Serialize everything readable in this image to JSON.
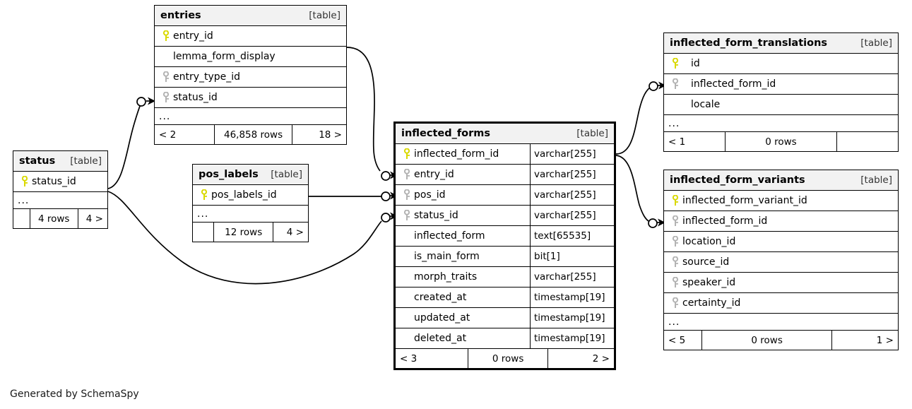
{
  "diagram": {
    "credit": "Generated by SchemaSpy",
    "table_tag": "[table]",
    "ellipsis": "...",
    "colors": {
      "primary_key": "#d9d900",
      "foreign_key": "#b3b3b3",
      "header_bg": "#f2f2f2",
      "border": "#000000",
      "text": "#000000"
    }
  },
  "tables": [
    {
      "id": "entries",
      "name": "entries",
      "tag": "[table]",
      "columns": [
        {
          "name": "entry_id",
          "key": "primary",
          "type": ""
        },
        {
          "name": "lemma_form_display",
          "key": "none",
          "type": ""
        },
        {
          "name": "entry_type_id",
          "key": "foreign",
          "type": ""
        },
        {
          "name": "status_id",
          "key": "foreign",
          "type": ""
        }
      ],
      "has_ellipsis": true,
      "footer": {
        "left": "< 2",
        "middle": "46,858 rows",
        "right": "18 >"
      }
    },
    {
      "id": "status",
      "name": "status",
      "tag": "[table]",
      "columns": [
        {
          "name": "status_id",
          "key": "primary",
          "type": ""
        }
      ],
      "has_ellipsis": true,
      "footer": {
        "left": "",
        "middle": "4 rows",
        "right": "4 >"
      }
    },
    {
      "id": "pos_labels",
      "name": "pos_labels",
      "tag": "[table]",
      "columns": [
        {
          "name": "pos_labels_id",
          "key": "primary",
          "type": ""
        }
      ],
      "has_ellipsis": true,
      "footer": {
        "left": "",
        "middle": "12 rows",
        "right": "4 >"
      }
    },
    {
      "id": "inflected_forms",
      "name": "inflected_forms",
      "tag": "[table]",
      "emphasis": true,
      "columns": [
        {
          "name": "inflected_form_id",
          "key": "primary",
          "type": "varchar[255]"
        },
        {
          "name": "entry_id",
          "key": "foreign",
          "type": "varchar[255]"
        },
        {
          "name": "pos_id",
          "key": "foreign",
          "type": "varchar[255]"
        },
        {
          "name": "status_id",
          "key": "foreign",
          "type": "varchar[255]"
        },
        {
          "name": "inflected_form",
          "key": "none",
          "type": "text[65535]"
        },
        {
          "name": "is_main_form",
          "key": "none",
          "type": "bit[1]"
        },
        {
          "name": "morph_traits",
          "key": "none",
          "type": "varchar[255]"
        },
        {
          "name": "created_at",
          "key": "none",
          "type": "timestamp[19]"
        },
        {
          "name": "updated_at",
          "key": "none",
          "type": "timestamp[19]"
        },
        {
          "name": "deleted_at",
          "key": "none",
          "type": "timestamp[19]"
        }
      ],
      "has_ellipsis": false,
      "footer": {
        "left": "< 3",
        "middle": "0 rows",
        "right": "2 >"
      }
    },
    {
      "id": "inflected_form_translations",
      "name": "inflected_form_translations",
      "tag": "[table]",
      "columns": [
        {
          "name": "id",
          "key": "primary",
          "type": ""
        },
        {
          "name": "inflected_form_id",
          "key": "foreign",
          "type": ""
        },
        {
          "name": "locale",
          "key": "none",
          "type": ""
        }
      ],
      "has_ellipsis": true,
      "footer": {
        "left": "< 1",
        "middle": "0 rows",
        "right": ""
      }
    },
    {
      "id": "inflected_form_variants",
      "name": "inflected_form_variants",
      "tag": "[table]",
      "columns": [
        {
          "name": "inflected_form_variant_id",
          "key": "primary",
          "type": ""
        },
        {
          "name": "inflected_form_id",
          "key": "foreign",
          "type": ""
        },
        {
          "name": "location_id",
          "key": "foreign",
          "type": ""
        },
        {
          "name": "source_id",
          "key": "foreign",
          "type": ""
        },
        {
          "name": "speaker_id",
          "key": "foreign",
          "type": ""
        },
        {
          "name": "certainty_id",
          "key": "foreign",
          "type": ""
        }
      ],
      "has_ellipsis": true,
      "footer": {
        "left": "< 5",
        "middle": "0 rows",
        "right": "1 >"
      }
    }
  ],
  "relationships": [
    {
      "from": "status",
      "to": "entries",
      "from_column": "status_id",
      "to_column": "status_id"
    },
    {
      "from": "status",
      "to": "inflected_forms",
      "from_column": "status_id",
      "to_column": "status_id"
    },
    {
      "from": "entries",
      "to": "inflected_forms",
      "from_column": "entry_id",
      "to_column": "entry_id"
    },
    {
      "from": "pos_labels",
      "to": "inflected_forms",
      "from_column": "pos_labels_id",
      "to_column": "pos_id"
    },
    {
      "from": "inflected_forms",
      "to": "inflected_form_translations",
      "from_column": "inflected_form_id",
      "to_column": "inflected_form_id"
    },
    {
      "from": "inflected_forms",
      "to": "inflected_form_variants",
      "from_column": "inflected_form_id",
      "to_column": "inflected_form_id"
    }
  ]
}
